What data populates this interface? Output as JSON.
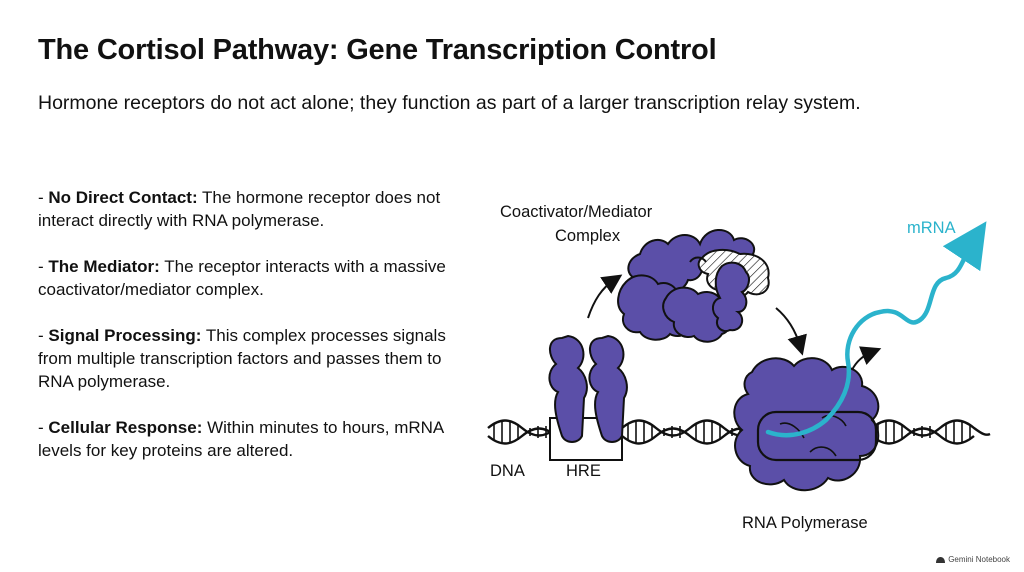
{
  "title": "The Cortisol Pathway: Gene Transcription Control",
  "subtitle": "Hormone receptors do not act alone; they function as part of a larger transcription relay system.",
  "points": [
    {
      "bold": "No Direct Contact:",
      "text": " The hormone receptor does not interact directly with RNA polymerase."
    },
    {
      "bold": "The Mediator:",
      "text": " The receptor interacts with a massive coactivator/mediator complex."
    },
    {
      "bold": "Signal Processing:",
      "text": " This complex processes signals from multiple transcription factors and passes them to RNA polymerase."
    },
    {
      "bold": "Cellular Response:",
      "text": " Within minutes to hours, mRNA levels for key proteins are altered."
    }
  ],
  "diagram": {
    "mediator_label_line1": "Coactivator/Mediator",
    "mediator_label_line2": "Complex",
    "mrna_label": "mRNA",
    "dna_label": "DNA",
    "hre_label": "HRE",
    "polymerase_label": "RNA Polymerase"
  },
  "colors": {
    "protein": "#5b4fa8",
    "mrna": "#2bb3cc",
    "outline": "#111111"
  },
  "footer": {
    "brand": "Gemini Notebook",
    "icon": "notebook-logo-icon"
  }
}
